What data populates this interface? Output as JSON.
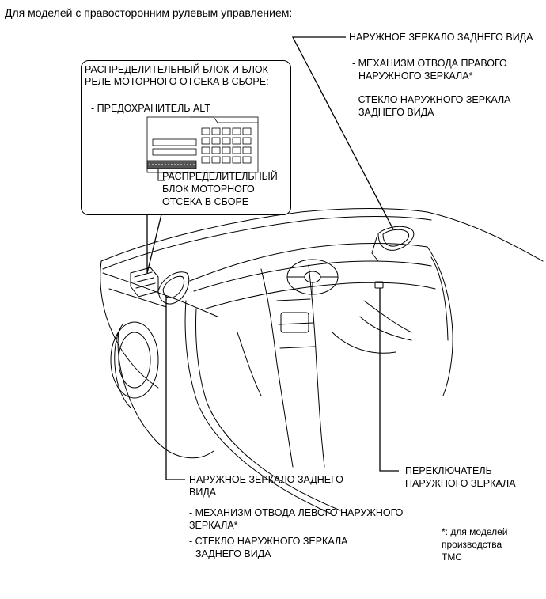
{
  "title": "Для моделей с правосторонним рулевым управлением:",
  "callout": {
    "heading_line1": "РАСПРЕДЕЛИТЕЛЬНЫЙ БЛОК И БЛОК",
    "heading_line2": "РЕЛЕ МОТОРНОГО ОТСЕКА В СБОРЕ:",
    "fuse": "- ПРЕДОХРАНИТЕЛЬ ALT",
    "block_line1": "РАСПРЕДЕЛИТЕЛЬНЫЙ",
    "block_line2": "БЛОК МОТОРНОГО",
    "block_line3": "ОТСЕКА В СБОРЕ"
  },
  "right_mirror": {
    "heading": "НАРУЖНОЕ ЗЕРКАЛО ЗАДНЕГО ВИДА",
    "retract_line1": "- МЕХАНИЗМ ОТВОДА ПРАВОГО",
    "retract_line2": "НАРУЖНОГО ЗЕРКАЛА*",
    "glass_line1": "- СТЕКЛО НАРУЖНОГО ЗЕРКАЛА",
    "glass_line2": "ЗАДНЕГО ВИДА"
  },
  "left_mirror": {
    "heading_line1": "НАРУЖНОЕ ЗЕРКАЛО ЗАДНЕГО",
    "heading_line2": "ВИДА",
    "retract_line1": "- МЕХАНИЗМ ОТВОДА ЛЕВОГО НАРУЖНОГО",
    "retract_line2": "ЗЕРКАЛА*",
    "glass_line1": "- СТЕКЛО НАРУЖНОГО ЗЕРКАЛА",
    "glass_line2": "ЗАДНЕГО ВИДА"
  },
  "mirror_switch": {
    "line1": "ПЕРЕКЛЮЧАТЕЛЬ",
    "line2": "НАРУЖНОГО ЗЕРКАЛА"
  },
  "footnote": {
    "line1": "*: для моделей",
    "line2": "производства",
    "line3": "TMC"
  }
}
